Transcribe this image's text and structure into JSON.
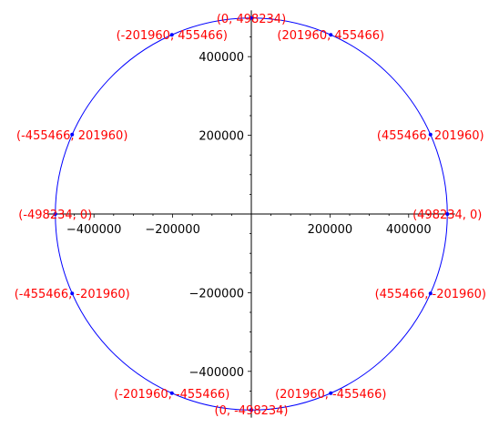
{
  "chart_data": {
    "type": "scatter",
    "title": "",
    "xlabel": "",
    "ylabel": "",
    "xlim": [
      -520000,
      520000
    ],
    "ylim": [
      -520000,
      520000
    ],
    "grid": false,
    "axes_through_origin": true,
    "x_ticks": [
      -400000,
      -200000,
      200000,
      400000
    ],
    "x_tick_labels": [
      "−400000",
      "−200000",
      "200000",
      "400000"
    ],
    "y_ticks": [
      -400000,
      -200000,
      200000,
      400000
    ],
    "y_tick_labels": [
      "−400000",
      "−200000",
      "200000",
      "400000"
    ],
    "circle": {
      "center": [
        0,
        0
      ],
      "radius": 498234,
      "color": "#0000ff"
    },
    "points": [
      {
        "x": 498234,
        "y": 0,
        "label": "(498234, 0)"
      },
      {
        "x": 455466,
        "y": 201960,
        "label": "(455466, 201960)"
      },
      {
        "x": 201960,
        "y": 455466,
        "label": "(201960, 455466)"
      },
      {
        "x": 0,
        "y": 498234,
        "label": "(0, 498234)"
      },
      {
        "x": -201960,
        "y": 455466,
        "label": "(-201960, 455466)"
      },
      {
        "x": -455466,
        "y": 201960,
        "label": "(-455466, 201960)"
      },
      {
        "x": -498234,
        "y": 0,
        "label": "(-498234, 0)"
      },
      {
        "x": -455466,
        "y": -201960,
        "label": "(-455466, -201960)"
      },
      {
        "x": -201960,
        "y": -455466,
        "label": "(-201960, -455466)"
      },
      {
        "x": 0,
        "y": -498234,
        "label": "(0, -498234)"
      },
      {
        "x": 201960,
        "y": -455466,
        "label": "(201960, -455466)"
      },
      {
        "x": 455466,
        "y": -201960,
        "label": "(455466, -201960)"
      }
    ],
    "point_color": "#0000ff",
    "label_color": "#ff0000",
    "axis_color": "#000000"
  }
}
